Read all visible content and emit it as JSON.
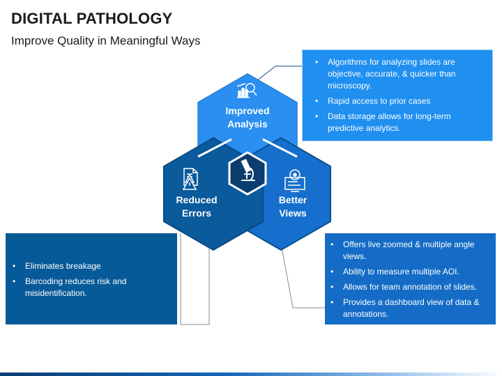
{
  "header": {
    "title": "DIGITAL PATHOLOGY",
    "subtitle": "Improve Quality in Meaningful Ways"
  },
  "segments": {
    "analysis": {
      "label_line1": "Improved",
      "label_line2": "Analysis",
      "icon": "analytics-chart-icon",
      "color": "#2a8ff0",
      "bullets": [
        "Algorithms for analyzing slides are objective, accurate, & quicker than microscopy.",
        "Rapid access to prior cases",
        "Data storage allows for long-term predictive analytics."
      ]
    },
    "errors": {
      "label_line1": "Reduced",
      "label_line2": "Errors",
      "icon": "warning-document-icon",
      "color": "#0a5a9c",
      "bullets": [
        "Eliminates breakage",
        "Barcoding reduces risk and misidentification."
      ]
    },
    "views": {
      "label_line1": "Better",
      "label_line2": "Views",
      "icon": "monitor-eye-icon",
      "color": "#166fcc",
      "bullets": [
        "Offers live zoomed & multiple angle views.",
        "Ability to measure multiple AOI.",
        "Allows for team annotation of slides.",
        "Provides a dashboard view of data & annotations."
      ]
    }
  },
  "center": {
    "icon": "microscope-icon",
    "color": "#0b3d6e"
  }
}
